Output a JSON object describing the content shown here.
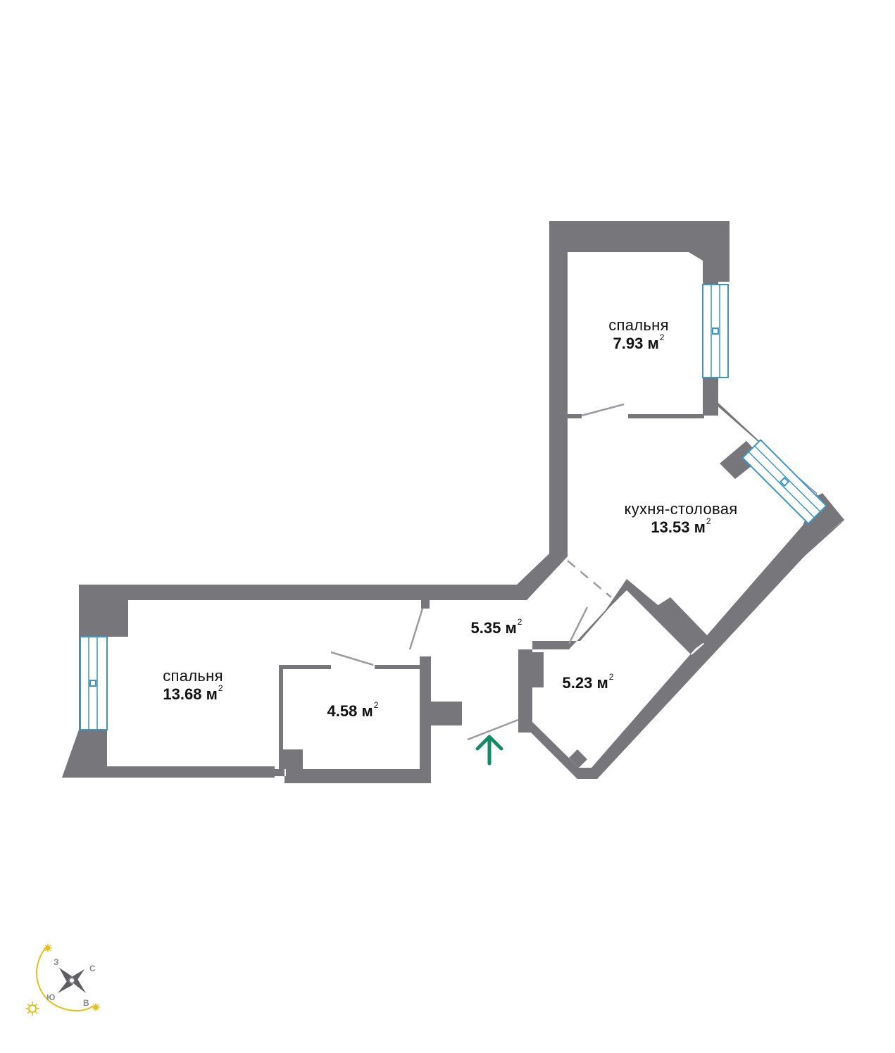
{
  "colors": {
    "wall": "#77767b",
    "window": "#3d97c4",
    "entrance_arrow": "#138a68",
    "sun": "#e2c21a"
  },
  "rooms": [
    {
      "id": "bedroom-small",
      "name": "спальня",
      "area": "7.93 м",
      "unit_sup": "2"
    },
    {
      "id": "kitchen-dining",
      "name": "кухня-столовая",
      "area": "13.53 м",
      "unit_sup": "2"
    },
    {
      "id": "hallway",
      "name": "",
      "area": "5.35 м",
      "unit_sup": "2"
    },
    {
      "id": "bathroom",
      "name": "",
      "area": "5.23 м",
      "unit_sup": "2"
    },
    {
      "id": "bedroom-large",
      "name": "спальня",
      "area": "13.68 м",
      "unit_sup": "2"
    },
    {
      "id": "storage",
      "name": "",
      "area": "4.58 м",
      "unit_sup": "2"
    }
  ],
  "entrance": {
    "icon": "arrow-up-icon"
  },
  "compass": {
    "north": "С",
    "south": "Ю",
    "east": "В",
    "west": "З",
    "icons": [
      "sun-icon",
      "compass-rose-icon"
    ]
  }
}
